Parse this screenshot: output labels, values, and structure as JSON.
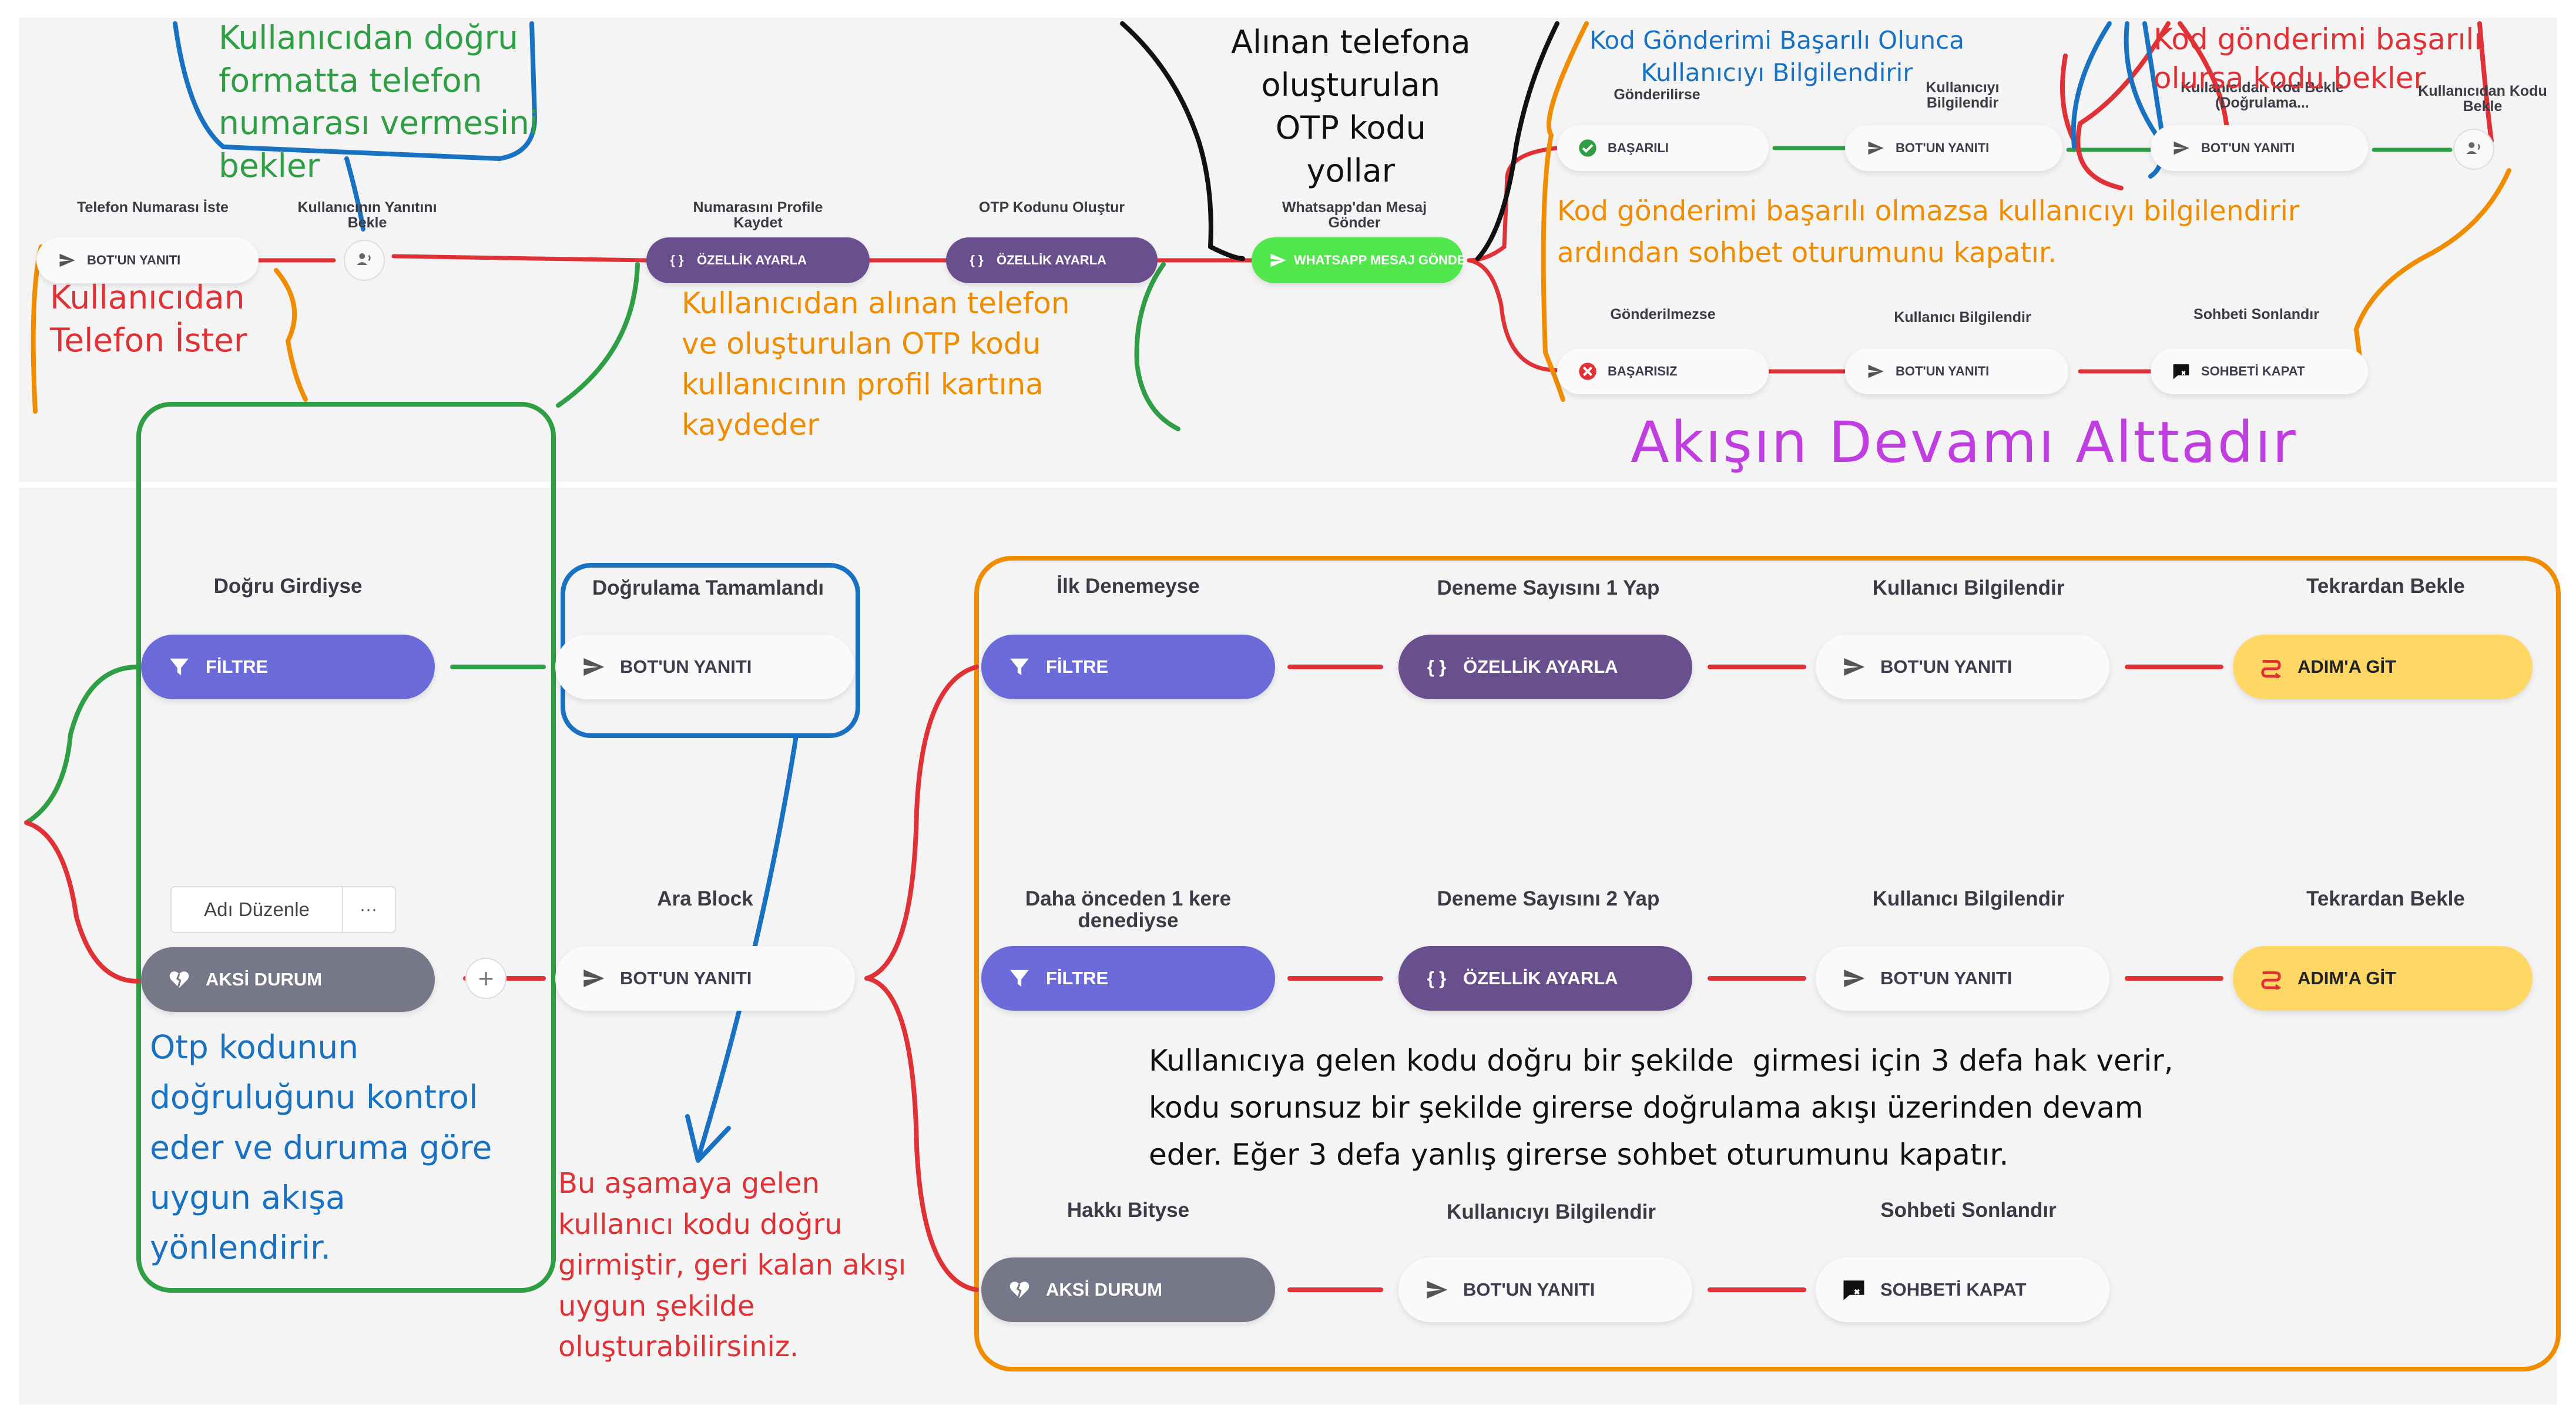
{
  "colors": {
    "red": "#e03236",
    "green": "#2f9e44",
    "blue": "#1971c2",
    "orange": "#f08c00",
    "purple": "#c03ee0",
    "black": "#111111"
  },
  "top_flow": {
    "labels": {
      "telefon_iste": "Telefon Numarası İste",
      "yanit_bekle": "Kullanıcının Yanıtını Bekle",
      "profil_kaydet": "Numarasını Profile Kaydet",
      "otp_olustur": "OTP Kodunu Oluştur",
      "whatsapp": "Whatsapp'dan Mesaj Gönder",
      "gonderilirse": "Gönderilirse",
      "bilgilendir1": "Kullanıcıyı Bilgilendir",
      "kod_bekle_trunc": "Kullanıcıdan Kod Bekle (Doğrulama...",
      "kod_bekle": "Kullanıcıdan Kodu Bekle",
      "gonderilmezse": "Gönderilmezse",
      "bilgilendir2": "Kullanıcı Bilgilendir",
      "sonlandir": "Sohbeti Sonlandır"
    },
    "nodes": {
      "bot1": "BOT'UN YANITI",
      "ozellik1": "ÖZELLİK AYARLA",
      "ozellik2": "ÖZELLİK AYARLA",
      "whatsapp": "WHATSAPP MESAJ GÖNDE",
      "basarili": "BAŞARILI",
      "bot2": "BOT'UN YANITI",
      "bot3": "BOT'UN YANITI",
      "basarisiz": "BAŞARISIZ",
      "bot4": "BOT'UN YANITI",
      "kapat": "SOHBETİ KAPAT"
    }
  },
  "bottom_flow": {
    "labels": {
      "dogru_girdiyse": "Doğru Girdiyse",
      "dogrulama_tamam": "Doğrulama Tamamlandı",
      "ara_block": "Ara Block",
      "ilk_deneme": "İlk Denemeyse",
      "deneme1": "Deneme Sayısını 1 Yap",
      "bilgilendir_a": "Kullanıcı Bilgilendir",
      "tekrar_a": "Tekrardan Bekle",
      "once_denendi": "Daha önceden 1 kere denediyse",
      "deneme2": "Deneme Sayısını 2 Yap",
      "bilgilendir_b": "Kullanıcı Bilgilendir",
      "tekrar_b": "Tekrardan Bekle",
      "hakki_bitti": "Hakkı Bityse",
      "bilgilendir_c": "Kullanıcıyı Bilgilendir",
      "sonlandir": "Sohbeti Sonlandır"
    },
    "nodes": {
      "filtre1": "FİLTRE",
      "bot_dogrulama": "BOT'UN YANITI",
      "aksi1": "AKSİ DURUM",
      "bot_ara": "BOT'UN YANITI",
      "filtre2": "FİLTRE",
      "ozellik_a": "ÖZELLİK AYARLA",
      "bot_a": "BOT'UN YANITI",
      "git_a": "ADIM'A GİT",
      "filtre3": "FİLTRE",
      "ozellik_b": "ÖZELLİK AYARLA",
      "bot_b": "BOT'UN YANITI",
      "git_b": "ADIM'A GİT",
      "aksi2": "AKSİ DURUM",
      "bot_c": "BOT'UN YANITI",
      "kapat": "SOHBETİ KAPAT"
    },
    "rename_button": "Adı Düzenle",
    "more_button": "···",
    "add_button": "+"
  },
  "annotations": {
    "wait_format": "Kullanıcıdan doğru\nformatta telefon\nnumarası vermesini\nbekler",
    "ask_phone": "Kullanıcıdan\nTelefon İster",
    "save_profile": "Kullanıcıdan alınan telefon\nve oluşturulan OTP kodu\nkullanıcının profil kartına\nkaydeder",
    "send_otp": "Alınan telefona\noluşturulan\nOTP kodu\nyollar",
    "success_info": "Kod Gönderimi Başarılı Olunca\nKullanıcıyı Bilgilendirir",
    "wait_code": "Kod gönderimi başarılı\nolursa kodu bekler",
    "fail_info": "Kod gönderimi başarılı olmazsa kullanıcıyı bilgilendirir\nardından sohbet oturumunu kapatır.",
    "continue_below": "Akışın Devamı Alttadır",
    "check_otp": "Otp kodunun\ndoğruluğunu kontrol\neder ve duruma göre\nuygun akışa\nyönlendirir.",
    "correct_user": "Bu aşamaya gelen\nkullanıcı kodu doğru\ngirmiştir, geri kalan akışı\nuygun şekilde\noluşturabilirsiniz.",
    "three_tries": "Kullanıcıya gelen kodu doğru bir şekilde  girmesi için 3 defa hak verir,\nkodu sorunsuz bir şekilde girerse doğrulama akışı üzerinden devam\neder. Eğer 3 defa yanlış girerse sohbet oturumunu kapatır."
  }
}
